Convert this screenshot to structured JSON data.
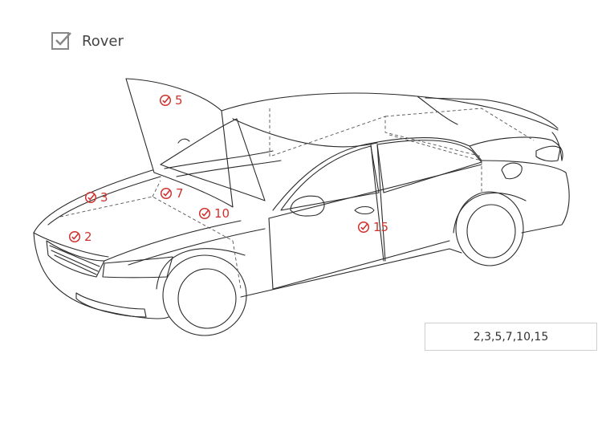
{
  "header": {
    "title": "Rover",
    "icon": "checkbox-checked-icon"
  },
  "markers": [
    {
      "label": "5"
    },
    {
      "label": "3"
    },
    {
      "label": "7"
    },
    {
      "label": "10"
    },
    {
      "label": "2"
    },
    {
      "label": "15"
    }
  ],
  "summary": {
    "value": "2,3,5,7,10,15"
  },
  "colors": {
    "marker": "#d0312d",
    "outline": "#2a2a2a"
  }
}
